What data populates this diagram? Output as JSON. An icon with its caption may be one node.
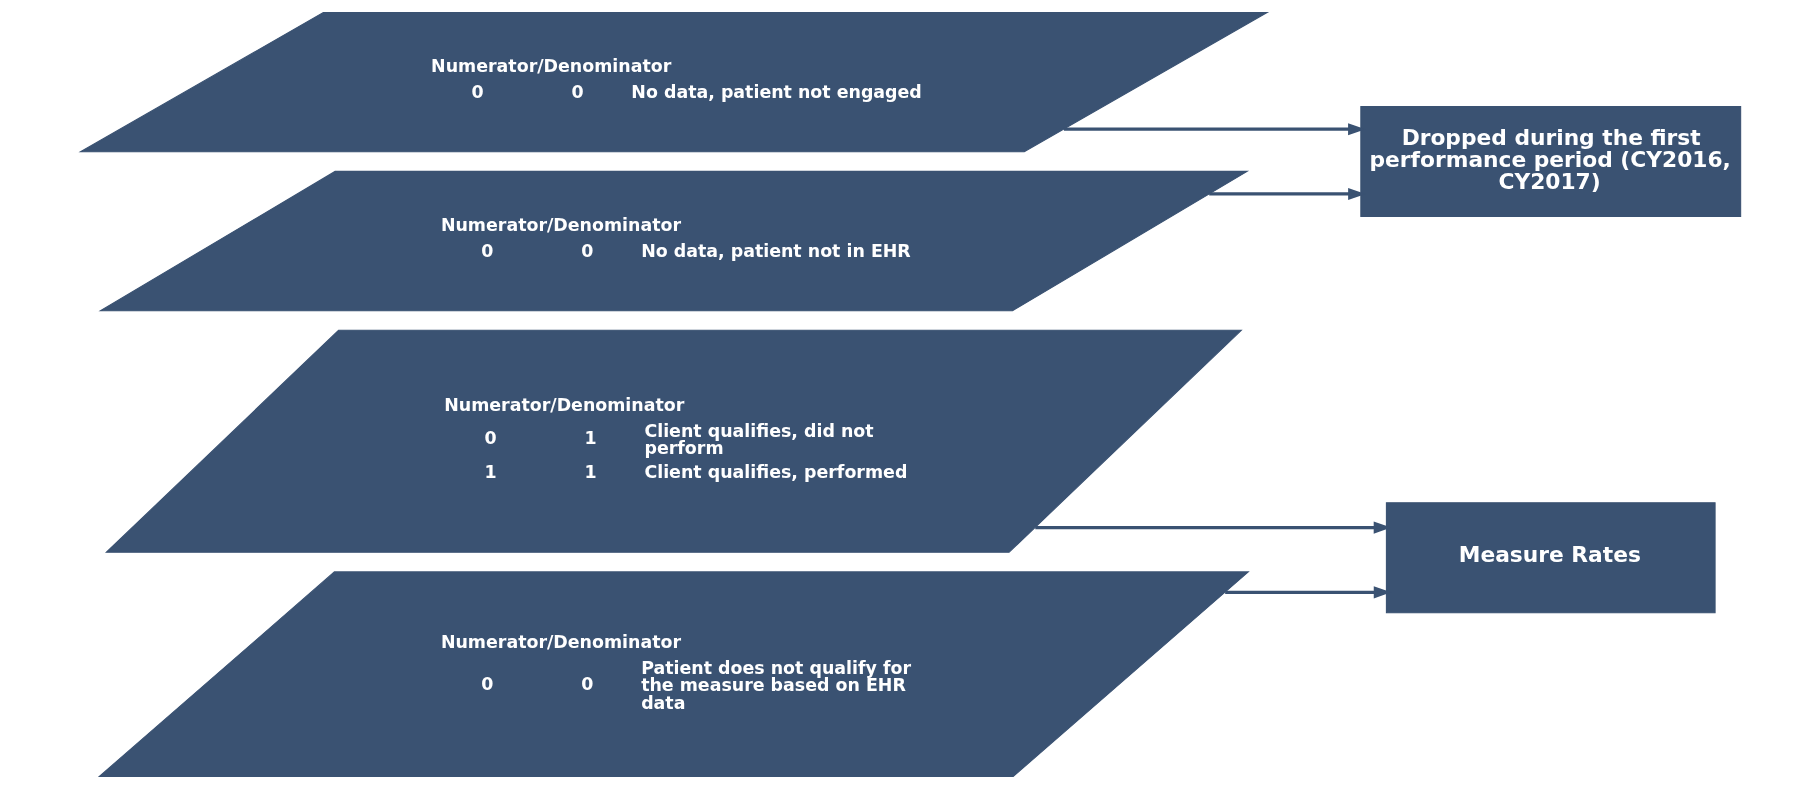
{
  "diagram": {
    "nodes": [
      {
        "text": [
          "Numerator/Denominator",
          "0",
          "1",
          "Client qualifies, did not perform",
          "1",
          "1",
          "Client qualifies, performed"
        ]
      },
      {
        "text": [
          "Numerator/Denominator",
          "0",
          "0",
          "Patient does not qualify for the measure based on EHR data"
        ]
      },
      {
        "text": [
          "Numerator/Denominator",
          "0",
          "0",
          "No data, patient not engaged"
        ]
      },
      {
        "text": [
          "Numerator/Denominator",
          "0",
          "0",
          "No data, patient not in EHR"
        ]
      },
      {
        "text": [
          "Measure Rates"
        ]
      },
      {
        "text": [
          "Dropped during the first performance period (CY2016, CY2017)"
        ]
      }
    ],
    "edges": [
      {
        "from": 0,
        "to": 4,
        "arrow": "to"
      },
      {
        "from": 1,
        "to": 4,
        "arrow": "to"
      },
      {
        "from": 2,
        "to": 5,
        "arrow": "to"
      },
      {
        "from": 3,
        "to": 5,
        "arrow": "to"
      }
    ]
  }
}
